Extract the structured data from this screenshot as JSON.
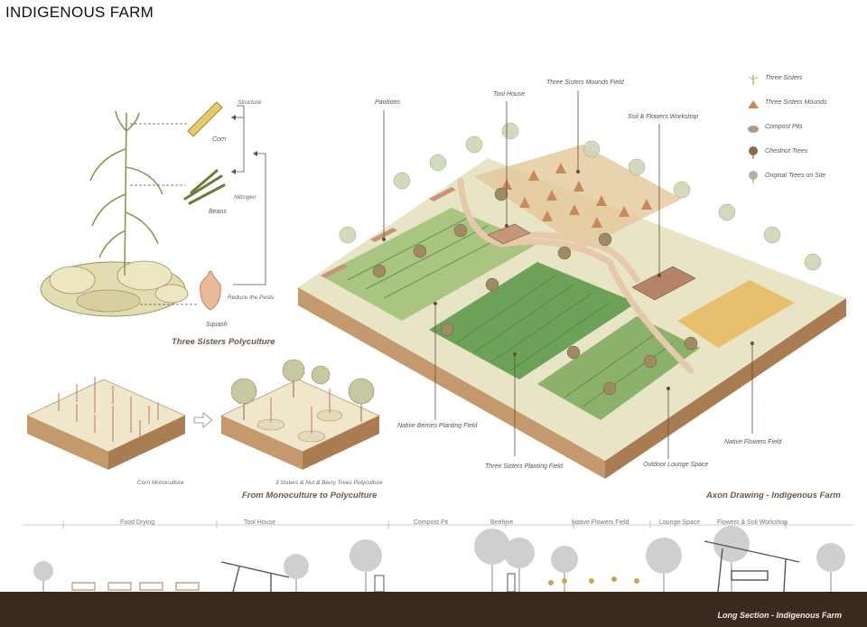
{
  "title": "INDIGENOUS FARM",
  "three_sisters": {
    "caption": "Three Sisters Polyculture",
    "corn": "Corn",
    "beans": "Beans",
    "squash": "Squash",
    "structure": "Structure",
    "nitrogen": "Nitrogen",
    "reduce_pests": "Reduce the Pests"
  },
  "mono_to_poly": {
    "caption": "From Monoculture to Polyculture",
    "left_label": "Corn Monoculture",
    "right_label": "3 Sisters & Nut & Berry Trees Polyculture"
  },
  "axon": {
    "caption": "Axon Drawing  -  Indigenous Farm",
    "callouts": {
      "pavilions": "Pavilions",
      "tool_house": "Tool House",
      "mounds_field": "Three Sisters Mounds Field",
      "workshop": "Soil & Flowers Workshop",
      "berries": "Native Berries Planting Field",
      "planting": "Three Sisters Planting Field",
      "lounge": "Outdoor Lounge Space",
      "flowers": "Native Flowers Field"
    }
  },
  "legend": {
    "items": [
      {
        "label": "Three Sisters",
        "icon": "three-sisters-icon",
        "color": "#c9b25a"
      },
      {
        "label": "Three Sisters Mounds",
        "icon": "mound-icon",
        "color": "#c98a58"
      },
      {
        "label": "Compost Pits",
        "icon": "compost-pit-icon",
        "color": "#b49a86"
      },
      {
        "label": "Chestnut Trees",
        "icon": "chestnut-tree-icon",
        "color": "#8a6a4a"
      },
      {
        "label": "Original Trees on Site",
        "icon": "original-tree-icon",
        "color": "#a9b79a"
      }
    ]
  },
  "section": {
    "zones": [
      "Food Drying",
      "Tool House",
      "Compost Pit",
      "Beehive",
      "Native Flowers Field",
      "Lounge Space",
      "Flowers & Soil Workshop"
    ],
    "caption": "Long Section  -  Indigenous Farm"
  },
  "colors": {
    "soil": "#3b2a20",
    "block_side": "#c4996d",
    "field_green": "#5e9a4a",
    "path": "#e6c9aa"
  }
}
